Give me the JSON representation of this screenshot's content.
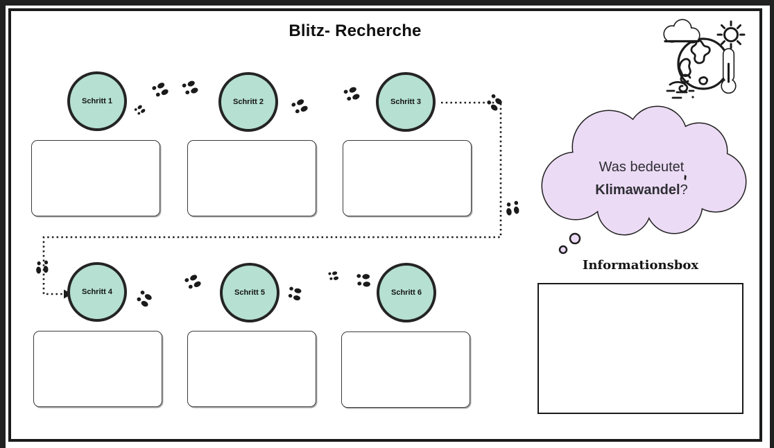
{
  "title": "Blitz- Recherche",
  "steps": [
    {
      "label": "Schritt 1",
      "note": ""
    },
    {
      "label": "Schritt 2",
      "note": ""
    },
    {
      "label": "Schritt 3",
      "note": ""
    },
    {
      "label": "Schritt 4",
      "note": ""
    },
    {
      "label": "Schritt 5",
      "note": ""
    },
    {
      "label": "Schritt 6",
      "note": ""
    }
  ],
  "thought_cloud": {
    "line1": "Was bedeutet",
    "keyword": "Klimawandel",
    "suffix": "?"
  },
  "infobox": {
    "label": "Informationsbox",
    "content": ""
  },
  "icons": {
    "top_right": "climate-earth-weather-icon",
    "path_marker": "footsteps-icon"
  },
  "colors": {
    "step_fill": "#b5e0d2",
    "step_border": "#242424",
    "cloud_fill": "#ecdbf5",
    "outline": "#1b1b1b",
    "canvas_bg": "#212121",
    "page_bg": "#ffffff"
  }
}
